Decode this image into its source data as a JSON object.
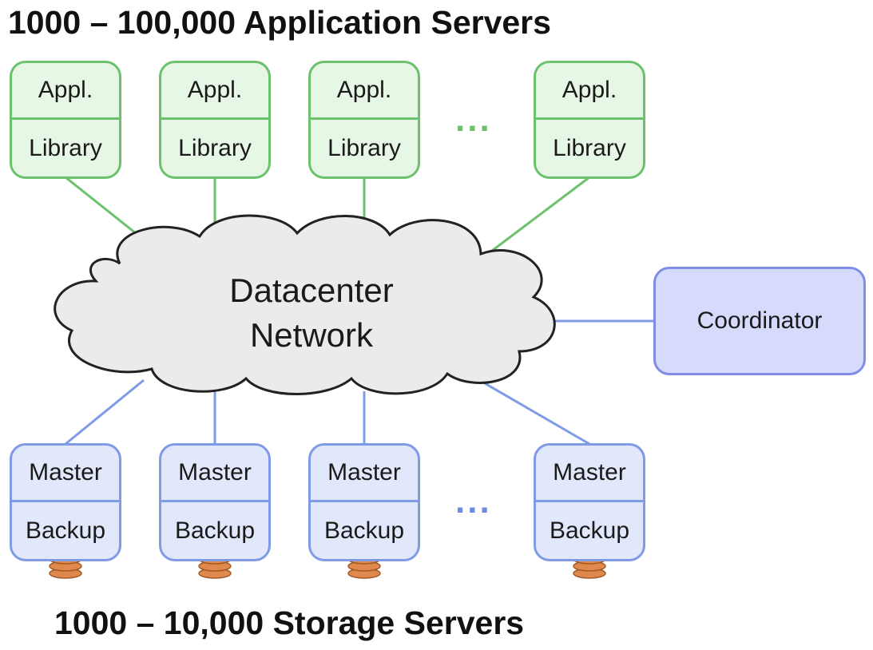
{
  "title_top": "1000 – 100,000 Application Servers",
  "title_bottom": "1000 – 10,000 Storage Servers",
  "app_servers": [
    {
      "top": "Appl.",
      "bottom": "Library"
    },
    {
      "top": "Appl.",
      "bottom": "Library"
    },
    {
      "top": "Appl.",
      "bottom": "Library"
    },
    {
      "top": "Appl.",
      "bottom": "Library"
    }
  ],
  "storage_servers": [
    {
      "top": "Master",
      "bottom": "Backup"
    },
    {
      "top": "Master",
      "bottom": "Backup"
    },
    {
      "top": "Master",
      "bottom": "Backup"
    },
    {
      "top": "Master",
      "bottom": "Backup"
    }
  ],
  "ellipsis": "...",
  "network": {
    "line1": "Datacenter",
    "line2": "Network"
  },
  "coordinator": "Coordinator",
  "colors": {
    "app_border": "#6cc26c",
    "app_fill": "#e6f7e6",
    "storage_border": "#7f9be6",
    "storage_fill": "#e2e8fb",
    "coordinator_fill": "#d6dbfb",
    "disk": "#e0894f"
  }
}
